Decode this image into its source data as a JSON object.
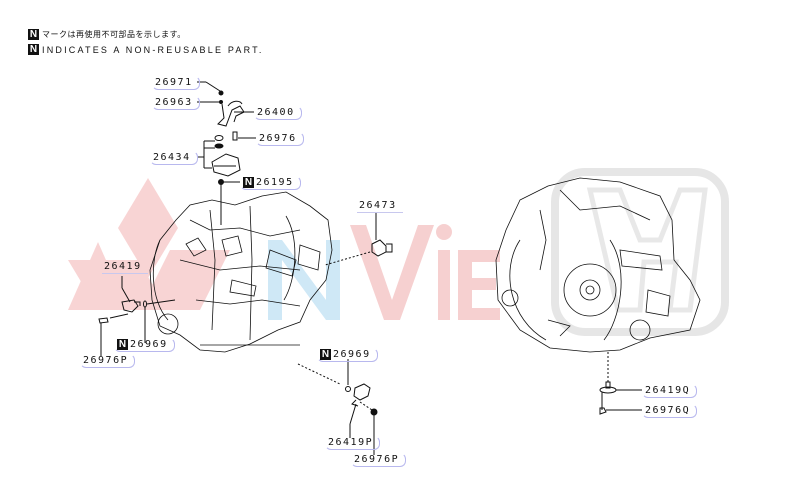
{
  "legend": {
    "badge": "N",
    "japanese": "マークは再使用不可部品を示します。",
    "english": "INDICATES A NON-REUSABLE PART."
  },
  "watermark": {
    "text": "ANVIET",
    "colors": {
      "red": "#f4c4c4",
      "blue": "#c4e4f4",
      "gray": "#e8e8e8"
    }
  },
  "colors": {
    "line": "#111111",
    "callout_border": "#b8b8ee",
    "badge_bg": "#111111"
  },
  "callouts": [
    {
      "id": "c1",
      "part": "26971",
      "nonreusable": false
    },
    {
      "id": "c2",
      "part": "26963",
      "nonreusable": false
    },
    {
      "id": "c3",
      "part": "26400",
      "nonreusable": false
    },
    {
      "id": "c4",
      "part": "26976",
      "nonreusable": false
    },
    {
      "id": "c5",
      "part": "26434",
      "nonreusable": false
    },
    {
      "id": "c6",
      "part": "26195",
      "nonreusable": true
    },
    {
      "id": "c7",
      "part": "26473",
      "nonreusable": false
    },
    {
      "id": "c8",
      "part": "26419",
      "nonreusable": false
    },
    {
      "id": "c9",
      "part": "26969",
      "nonreusable": true
    },
    {
      "id": "c10",
      "part": "26976P",
      "nonreusable": false
    },
    {
      "id": "c11",
      "part": "26969",
      "nonreusable": true
    },
    {
      "id": "c12",
      "part": "26419P",
      "nonreusable": false
    },
    {
      "id": "c13",
      "part": "26976P",
      "nonreusable": false
    },
    {
      "id": "c14",
      "part": "26419Q",
      "nonreusable": false
    },
    {
      "id": "c15",
      "part": "26976Q",
      "nonreusable": false
    }
  ]
}
